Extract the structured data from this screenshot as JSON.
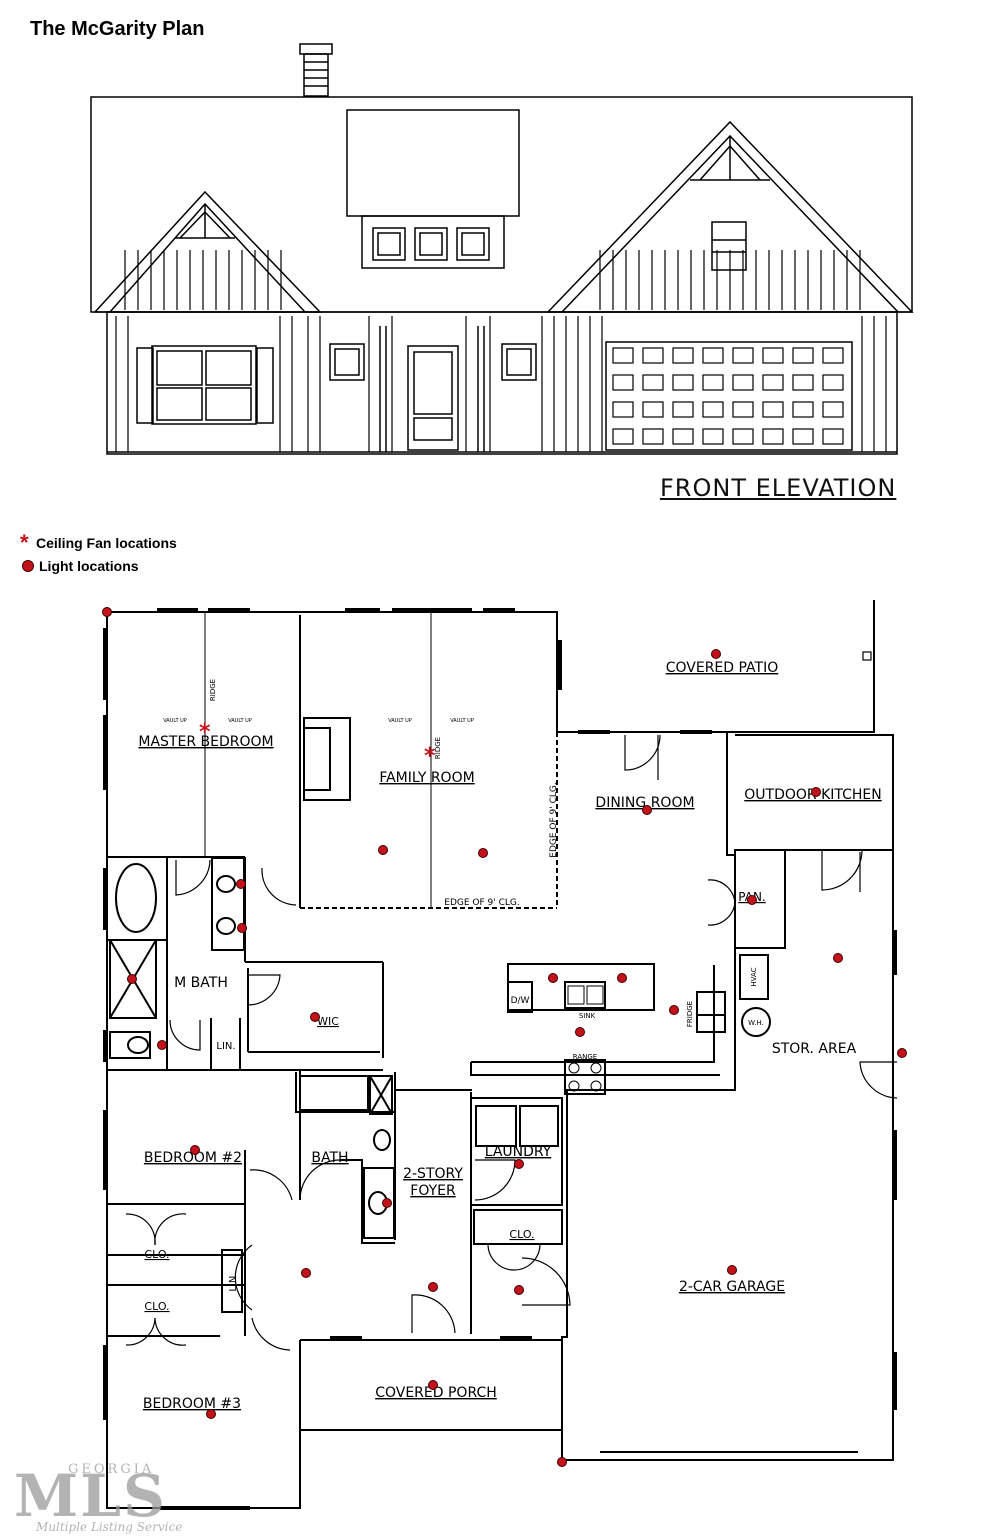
{
  "title": "The McGarity Plan",
  "elevation_label": "FRONT ELEVATION",
  "legend": {
    "fan_label": "Ceiling Fan locations",
    "light_label": "Light locations"
  },
  "colors": {
    "marker": "#c4121a",
    "line": "#000000"
  },
  "rooms": {
    "master_bedroom": "MASTER BEDROOM",
    "family_room": "FAMILY ROOM",
    "covered_patio": "COVERED PATIO",
    "dining_room": "DINING ROOM",
    "outdoor_kitchen": "OUTDOOR KITCHEN",
    "pan": "PAN.",
    "m_bath": "M BATH",
    "wic": "WIC",
    "lin_master": "LIN.",
    "stor_area": "STOR. AREA",
    "bedroom2": "BEDROOM #2",
    "bath": "BATH",
    "foyer_line1": "2-STORY",
    "foyer_line2": "FOYER",
    "laundry": "LAUNDRY",
    "clo_hall": "CLO.",
    "clo1": "CLO.",
    "clo2": "CLO.",
    "lin_hall": "LIN.",
    "garage": "2-CAR GARAGE",
    "covered_porch": "COVERED PORCH",
    "bedroom3": "BEDROOM #3"
  },
  "fixtures": {
    "ridge1": "RIDGE",
    "ridge2": "RIDGE",
    "edge_vert": "EDGE OF 9' CLG.",
    "edge_horiz": "EDGE OF 9' CLG.",
    "dw": "D/W",
    "sink": "SINK",
    "fridge": "FRIDGE",
    "range": "RANGE",
    "hvac": "HVAC",
    "wh": "W.H.",
    "vault1": "VAULT UP",
    "vault2": "VAULT UP",
    "vault3": "VAULT UP",
    "vault4": "VAULT UP"
  },
  "watermark": {
    "top": "GEORGIA",
    "logo": "MLS",
    "sub": "Multiple Listing Service"
  }
}
